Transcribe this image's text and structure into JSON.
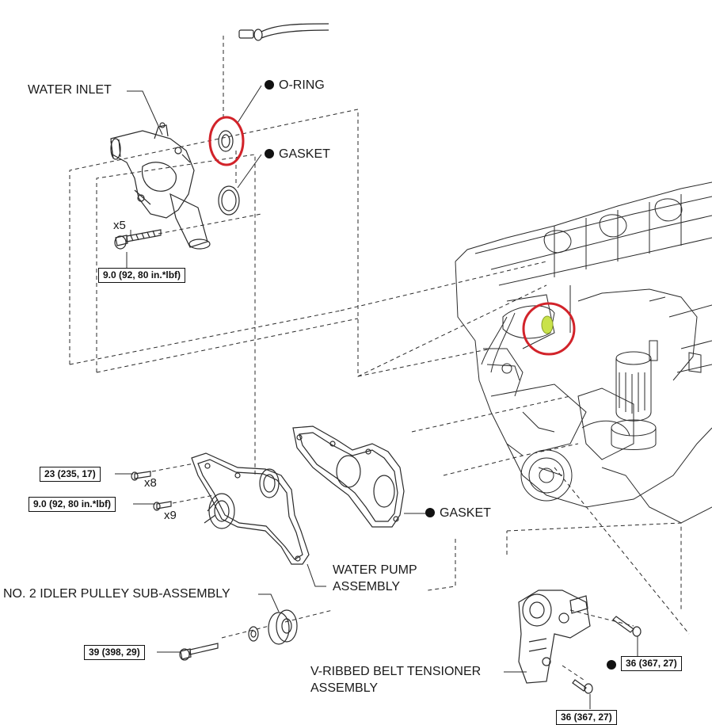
{
  "colors": {
    "ink": "#1a1a1a",
    "highlight_circle": "#d2232a",
    "highlight_part": "#c9e24a"
  },
  "callouts": {
    "water_inlet": "WATER INLET",
    "o_ring": "O-RING",
    "gasket_top": "GASKET",
    "gasket_pump": "GASKET",
    "water_pump_line1": "WATER PUMP",
    "water_pump_line2": "ASSEMBLY",
    "idler_pulley": "NO. 2 IDLER PULLEY SUB-ASSEMBLY",
    "tensioner_line1": "V-RIBBED BELT TENSIONER",
    "tensioner_line2": "ASSEMBLY"
  },
  "quantities": {
    "inlet_bolts": "x5",
    "pump_bolts_a": "x8",
    "pump_bolts_b": "x9"
  },
  "torques": {
    "inlet": "9.0 (92, 80 in.*lbf)",
    "pump_a": "23 (235, 17)",
    "pump_b": "9.0 (92, 80 in.*lbf)",
    "idler": "39 (398, 29)",
    "tensioner_a": "36 (367, 27)",
    "tensioner_b": "36 (367, 27)"
  }
}
